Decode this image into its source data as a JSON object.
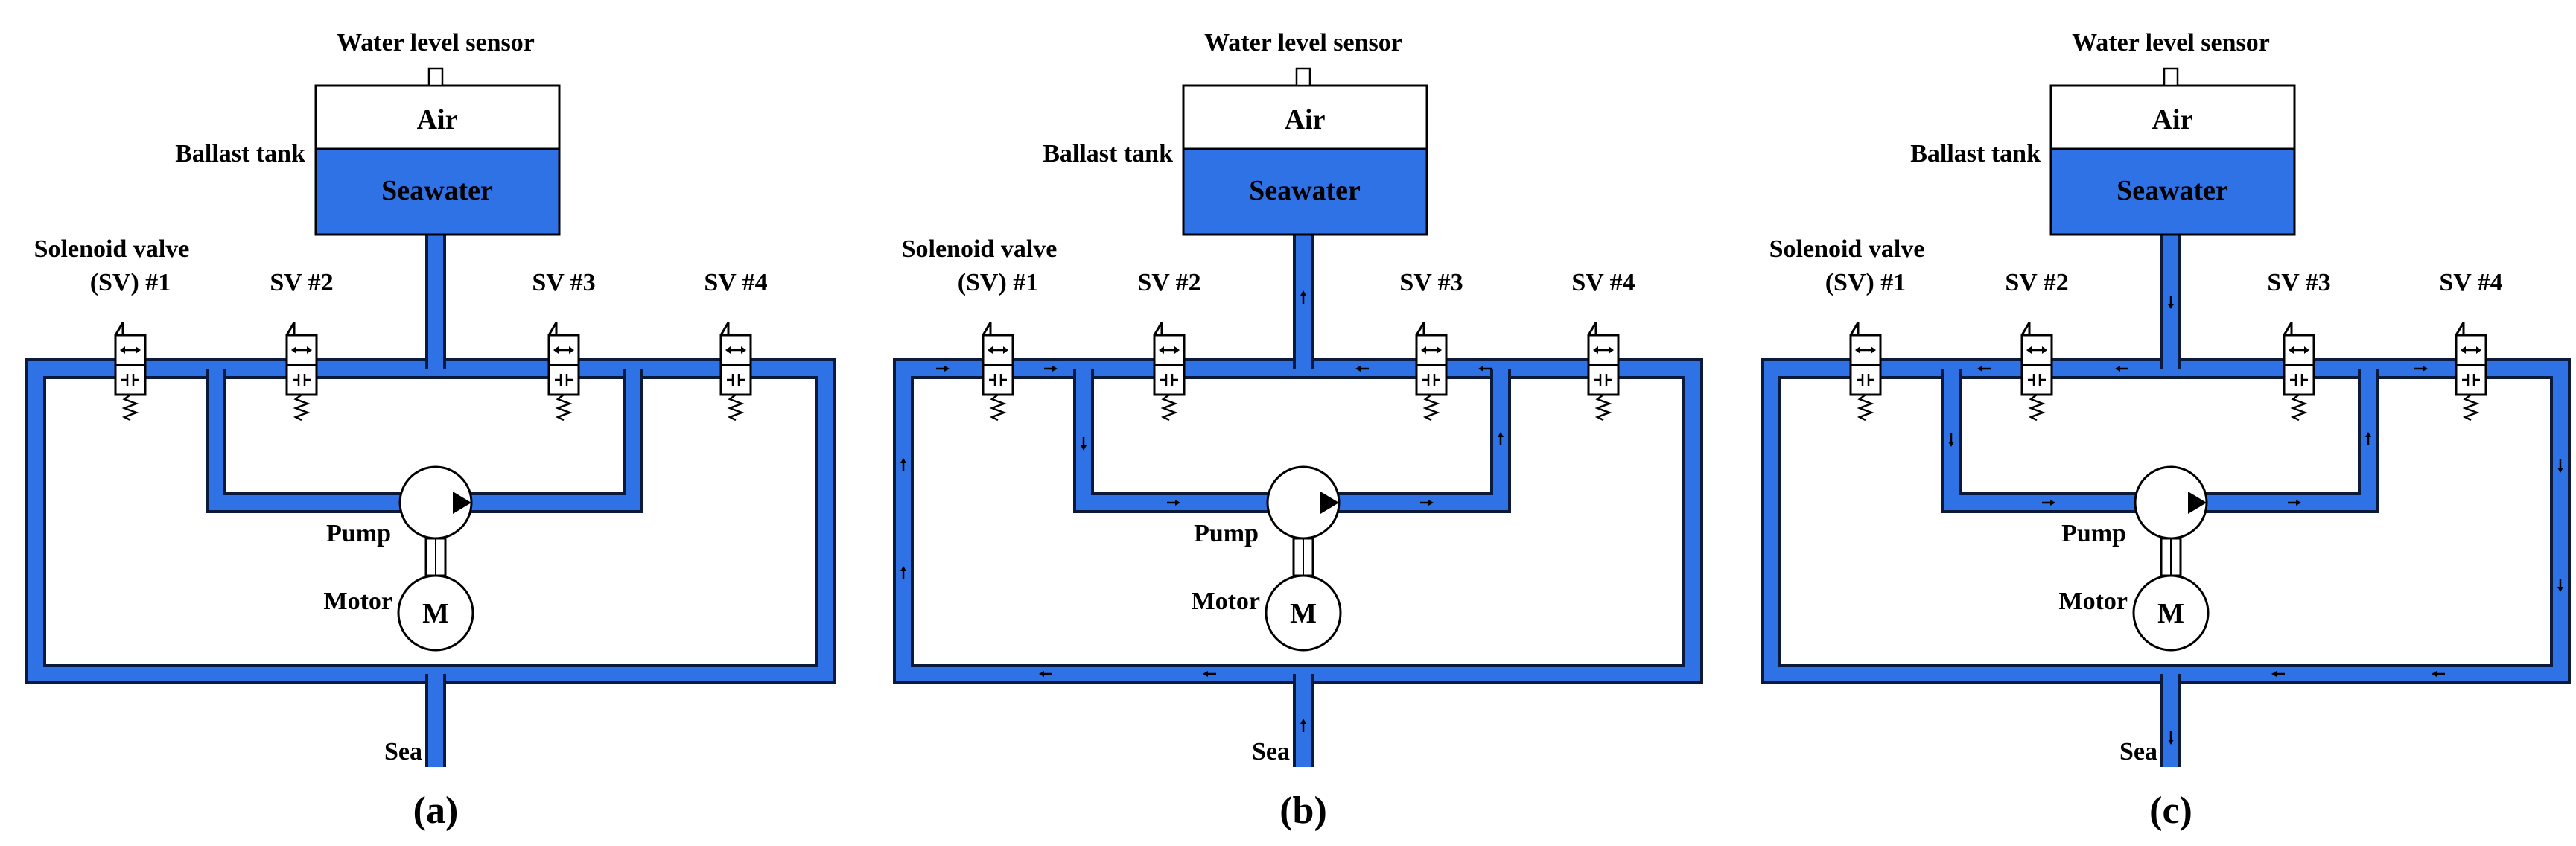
{
  "colors": {
    "pipe": "#2f72e6",
    "pipe_outline": "#0b1a3a",
    "seawater": "#2f72e6"
  },
  "labels": {
    "sensor": "Water level sensor",
    "air": "Air",
    "seawater": "Seawater",
    "ballast_tank": "Ballast tank",
    "sv1_line1": "Solenoid valve",
    "sv1_line2": "(SV) #1",
    "sv2": "SV #2",
    "sv3": "SV #3",
    "sv4": "SV #4",
    "pump": "Pump",
    "motor": "Motor",
    "motor_symbol": "M",
    "sea": "Sea"
  },
  "panels": [
    {
      "id": "a",
      "caption": "(a)",
      "flow": "none"
    },
    {
      "id": "b",
      "caption": "(b)",
      "flow": "fill"
    },
    {
      "id": "c",
      "caption": "(c)",
      "flow": "drain"
    }
  ]
}
